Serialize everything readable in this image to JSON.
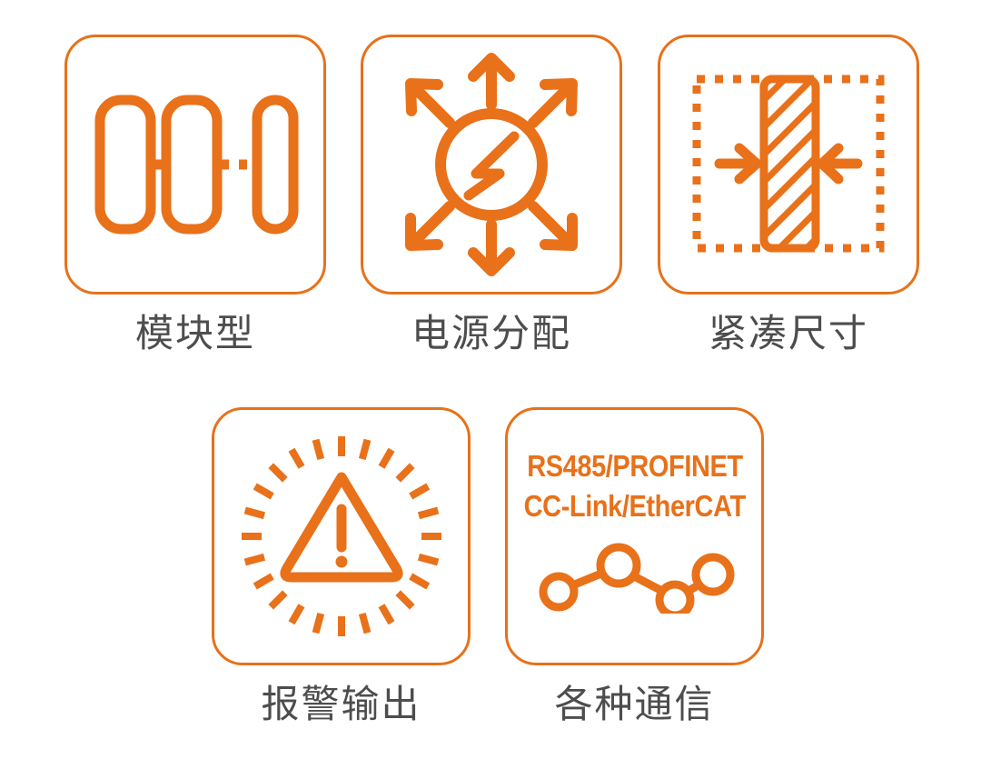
{
  "theme": {
    "accent_color": "#e8711a",
    "label_color": "#4d4d4d",
    "background_color": "#ffffff"
  },
  "cards": [
    {
      "id": "modular",
      "label": "模块型",
      "icon_name": "modular-blocks-icon",
      "row": 1
    },
    {
      "id": "power-distribution",
      "label": "电源分配",
      "icon_name": "power-distribution-icon",
      "row": 1
    },
    {
      "id": "compact-size",
      "label": "紧凑尺寸",
      "icon_name": "compact-size-icon",
      "row": 1
    },
    {
      "id": "alarm-output",
      "label": "报警输出",
      "icon_name": "alarm-warning-icon",
      "row": 2
    },
    {
      "id": "communication",
      "label": "各种通信",
      "icon_name": "network-nodes-icon",
      "row": 2,
      "protocol_lines": [
        "RS485/PROFINET",
        "CC-Link/EtherCAT"
      ]
    }
  ]
}
